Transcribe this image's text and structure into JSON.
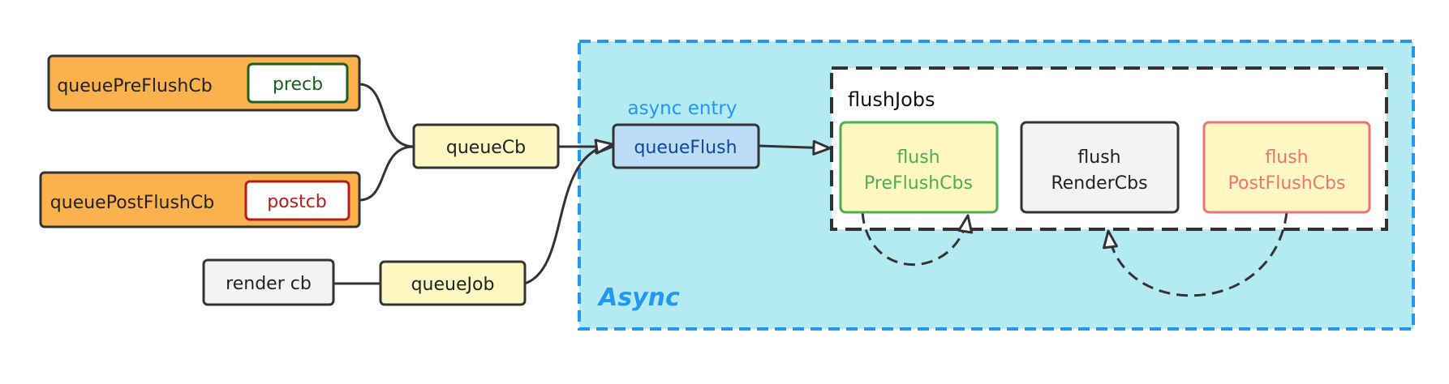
{
  "colors": {
    "orange_fill": "#fbb24c",
    "yellow_fill": "#fff7c2",
    "blue_fill": "#bcdcf8",
    "grey_fill": "#f3f3f3",
    "async_fill": "#b4ebf2",
    "async_border": "#2196f3",
    "green": "#4caf50",
    "dark_green": "#1b5e20",
    "red": "#b71c1c",
    "pink": "#ec7574",
    "stroke": "#333333"
  },
  "nodes": {
    "queue_pre_flush_cb": "queuePreFlushCb",
    "precb": "precb",
    "queue_post_flush_cb": "queuePostFlushCb",
    "postcb": "postcb",
    "queue_cb": "queueCb",
    "render_cb": "render cb",
    "queue_job": "queueJob",
    "queue_flush": "queueFlush",
    "async_entry": "async entry",
    "async_label": "Async",
    "flush_jobs": "flushJobs",
    "flush_pre_line1": "flush",
    "flush_pre_line2": "PreFlushCbs",
    "flush_render_line1": "flush",
    "flush_render_line2": "RenderCbs",
    "flush_post_line1": "flush",
    "flush_post_line2": "PostFlushCbs"
  }
}
